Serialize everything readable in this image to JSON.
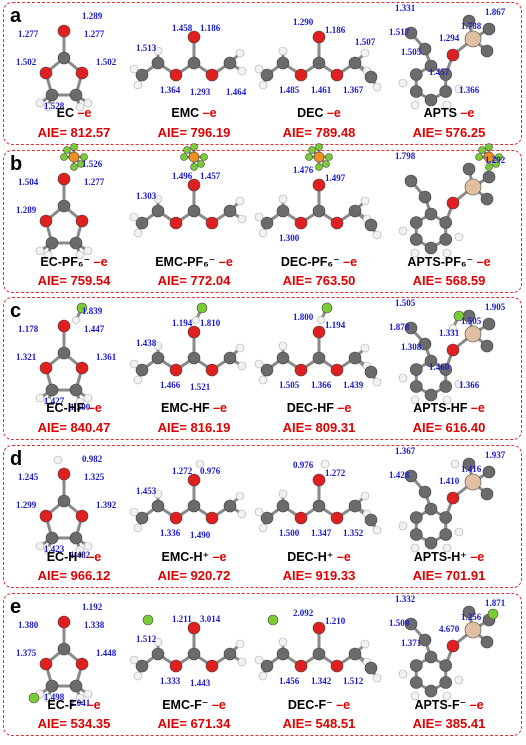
{
  "panels": [
    {
      "label": "a",
      "molecules": [
        {
          "name": "EC",
          "suffix": " –e",
          "aie": "AIE= 812.57",
          "bonds": [
            "1.289",
            "1.277",
            "1.277",
            "1.502",
            "1.502",
            "1.528"
          ]
        },
        {
          "name": "EMC",
          "suffix": " –e",
          "aie": "AIE= 796.19",
          "bonds": [
            "1.186",
            "1.458",
            "1.513",
            "1.364",
            "1.293",
            "1.464"
          ]
        },
        {
          "name": "DEC",
          "suffix": " –e",
          "aie": "AIE= 789.48",
          "bonds": [
            "1.290",
            "1.186",
            "1.485",
            "1.461",
            "1.367",
            "1.507"
          ]
        },
        {
          "name": "APTS",
          "suffix": " –e",
          "aie": "AIE= 576.25",
          "bonds": [
            "1.331",
            "1.867",
            "1.517",
            "1.294",
            "1.788",
            "1.505",
            "1.457",
            "1.366"
          ]
        }
      ]
    },
    {
      "label": "b",
      "molecules": [
        {
          "name": "EC-PF₆⁻",
          "suffix": " –e",
          "aie": "AIE= 759.54",
          "bonds": [
            "1.526",
            "1.504",
            "1.277",
            "1.289"
          ]
        },
        {
          "name": "EMC-PF₆⁻",
          "suffix": " –e",
          "aie": "AIE= 772.04",
          "bonds": [
            "1.457",
            "1.496",
            "1.303"
          ]
        },
        {
          "name": "DEC-PF₆⁻",
          "suffix": " –e",
          "aie": "AIE= 763.50",
          "bonds": [
            "1.476",
            "1.497",
            "1.300"
          ]
        },
        {
          "name": "APTS-PF₆⁻",
          "suffix": " –e",
          "aie": "AIE= 568.59",
          "bonds": [
            "1.798",
            "1.292"
          ]
        }
      ]
    },
    {
      "label": "c",
      "molecules": [
        {
          "name": "EC-HF",
          "suffix": " –e",
          "aie": "AIE= 840.47",
          "bonds": [
            "1.839",
            "1.178",
            "1.447",
            "1.321",
            "1.361",
            "1.427",
            "1.500"
          ]
        },
        {
          "name": "EMC-HF",
          "suffix": " –e",
          "aie": "AIE= 816.19",
          "bonds": [
            "1.810",
            "1.194",
            "1.438",
            "1.466",
            "1.521"
          ]
        },
        {
          "name": "DEC-HF",
          "suffix": " –e",
          "aie": "AIE= 809.31",
          "bonds": [
            "1.800",
            "1.194",
            "1.505",
            "1.366",
            "1.439"
          ]
        },
        {
          "name": "APTS-HF",
          "suffix": " –e",
          "aie": "AIE= 616.40",
          "bonds": [
            "1.505",
            "1.905",
            "1.878",
            "1.331",
            "1.505",
            "1.308",
            "1.460",
            "1.366"
          ]
        }
      ]
    },
    {
      "label": "d",
      "molecules": [
        {
          "name": "EC-H⁺",
          "suffix": " –e",
          "aie": "AIE= 966.12",
          "bonds": [
            "0.982",
            "1.245",
            "1.325",
            "1.299",
            "1.392",
            "1.423",
            "1.482"
          ]
        },
        {
          "name": "EMC-H⁺",
          "suffix": " –e",
          "aie": "AIE= 920.72",
          "bonds": [
            "0.976",
            "1.272",
            "1.453",
            "1.336",
            "1.490"
          ]
        },
        {
          "name": "DEC-H⁺",
          "suffix": " –e",
          "aie": "AIE= 919.33",
          "bonds": [
            "0.976",
            "1.272",
            "1.500",
            "1.347",
            "1.352"
          ]
        },
        {
          "name": "APTS-H⁺",
          "suffix": " –e",
          "aie": "AIE= 701.91",
          "bonds": [
            "1.367",
            "1.937",
            "1.428",
            "1.410",
            "1.416"
          ]
        }
      ]
    },
    {
      "label": "e",
      "molecules": [
        {
          "name": "EC-F⁻",
          "suffix": " –e",
          "aie": "AIE= 534.35",
          "bonds": [
            "1.192",
            "1.380",
            "1.338",
            "1.375",
            "1.448",
            "1.498",
            "2.041"
          ]
        },
        {
          "name": "EMC-F⁻",
          "suffix": " –e",
          "aie": "AIE= 671.34",
          "bonds": [
            "3.014",
            "1.211",
            "1.512",
            "1.333",
            "1.443"
          ]
        },
        {
          "name": "DEC-F⁻",
          "suffix": " –e",
          "aie": "AIE= 548.51",
          "bonds": [
            "2.092",
            "1.210",
            "1.456",
            "1.342",
            "1.512"
          ]
        },
        {
          "name": "APTS-F⁻",
          "suffix": " –e",
          "aie": "AIE= 385.41",
          "bonds": [
            "1.332",
            "1.871",
            "1.509",
            "4.670",
            "1.256",
            "1.371"
          ]
        }
      ]
    }
  ],
  "colors": {
    "border": "#e03030",
    "aie": "#e00000",
    "bond_label": "#1a1ad0",
    "carbon": "#6b6b6b",
    "oxygen": "#e02020",
    "hydrogen": "#f2f2f2",
    "phosphorus": "#f09020",
    "fluorine": "#7acc33",
    "silicon": "#e0c0a0"
  }
}
